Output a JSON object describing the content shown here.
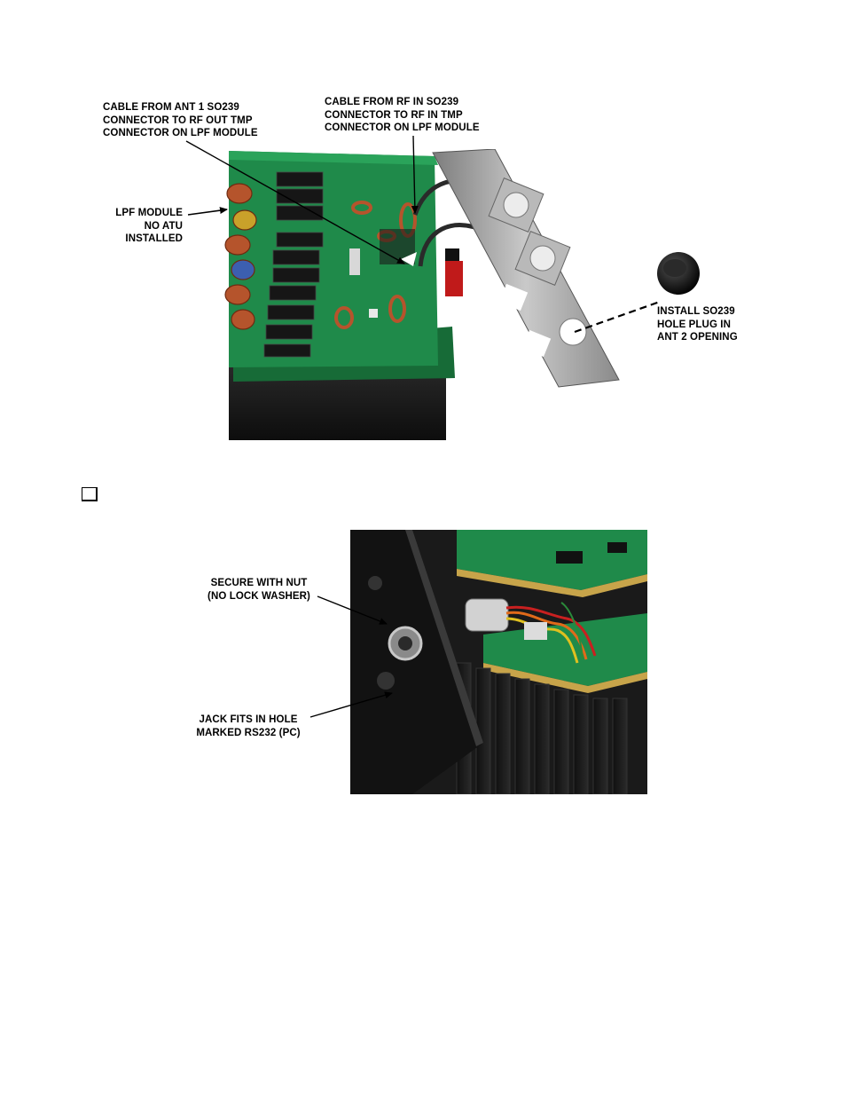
{
  "figure_top": {
    "callouts": {
      "ant1_cable": "CABLE FROM ANT 1 SO239\nCONNECTOR TO RF OUT TMP\nCONNECTOR ON LPF MODULE",
      "rfin_cable": "CABLE FROM RF IN SO239\nCONNECTOR TO RF IN TMP\nCONNECTOR ON LPF MODULE",
      "lpf_module": "LPF MODULE\nNO ATU\nINSTALLED",
      "hole_plug": "INSTALL SO239\nHOLE PLUG IN\nANT 2 OPENING"
    }
  },
  "figure_bottom": {
    "callouts": {
      "secure_nut": "SECURE WITH NUT\n(NO LOCK WASHER)",
      "jack_fits": "JACK FITS IN HOLE\nMARKED RS232 (PC)"
    }
  },
  "colors": {
    "pcb_green": "#1f8a4a",
    "heatsink": "#1a1a1a",
    "copper_toroid": "#b5542c",
    "relay_black": "#161616",
    "panel_silver": "#a8a8a8"
  }
}
